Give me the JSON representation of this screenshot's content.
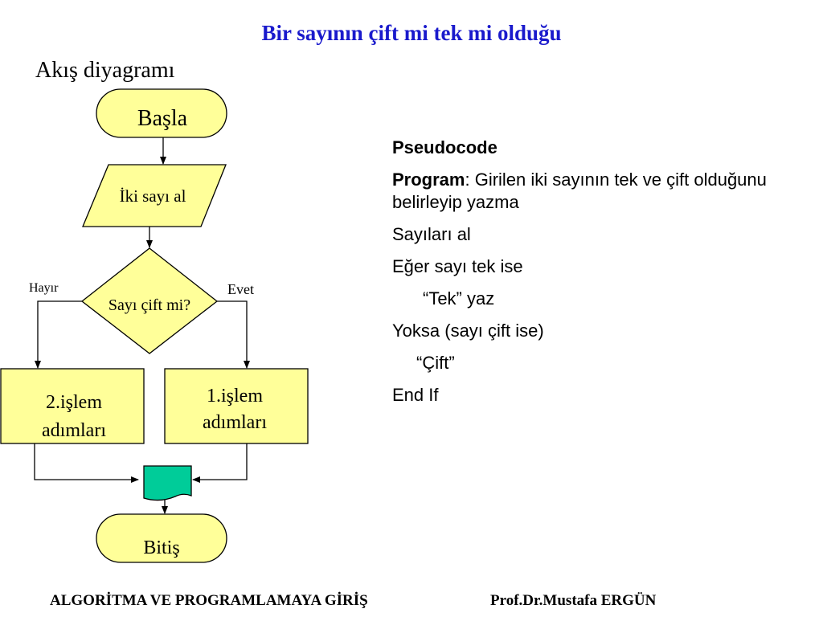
{
  "slide": {
    "title": "Bir sayının çift mi tek mi olduğu",
    "subtitle": "Akış diyagramı"
  },
  "flowchart": {
    "start": "Başla",
    "input": "İki sayı al",
    "decision": "Sayı çift mi?",
    "no_label": "Hayır",
    "yes_label": "Evet",
    "step_left_line1": "2.işlem",
    "step_left_line2": "adımları",
    "step_right_line1": "1.işlem",
    "step_right_line2": "adımları",
    "end": "Bitiş",
    "colors": {
      "shape_fill": "#ffff99",
      "document_fill": "#00cc99",
      "stroke": "#000000"
    }
  },
  "pseudocode": {
    "heading": "Pseudocode",
    "program_label": "Program",
    "program_text": ": Girilen iki sayının tek ve çift olduğunu belirleyip yazma",
    "line1": "Sayıları al",
    "line2": "Eğer sayı tek ise",
    "line3": "“Tek” yaz",
    "line4": "Yoksa (sayı çift ise)",
    "line5": "“Çift”",
    "line6": "End If"
  },
  "footer": {
    "left": "ALGORİTMA VE PROGRAMLAMAYA GİRİŞ",
    "right": "Prof.Dr.Mustafa ERGÜN"
  },
  "colors": {
    "title": "#1a1acc"
  }
}
